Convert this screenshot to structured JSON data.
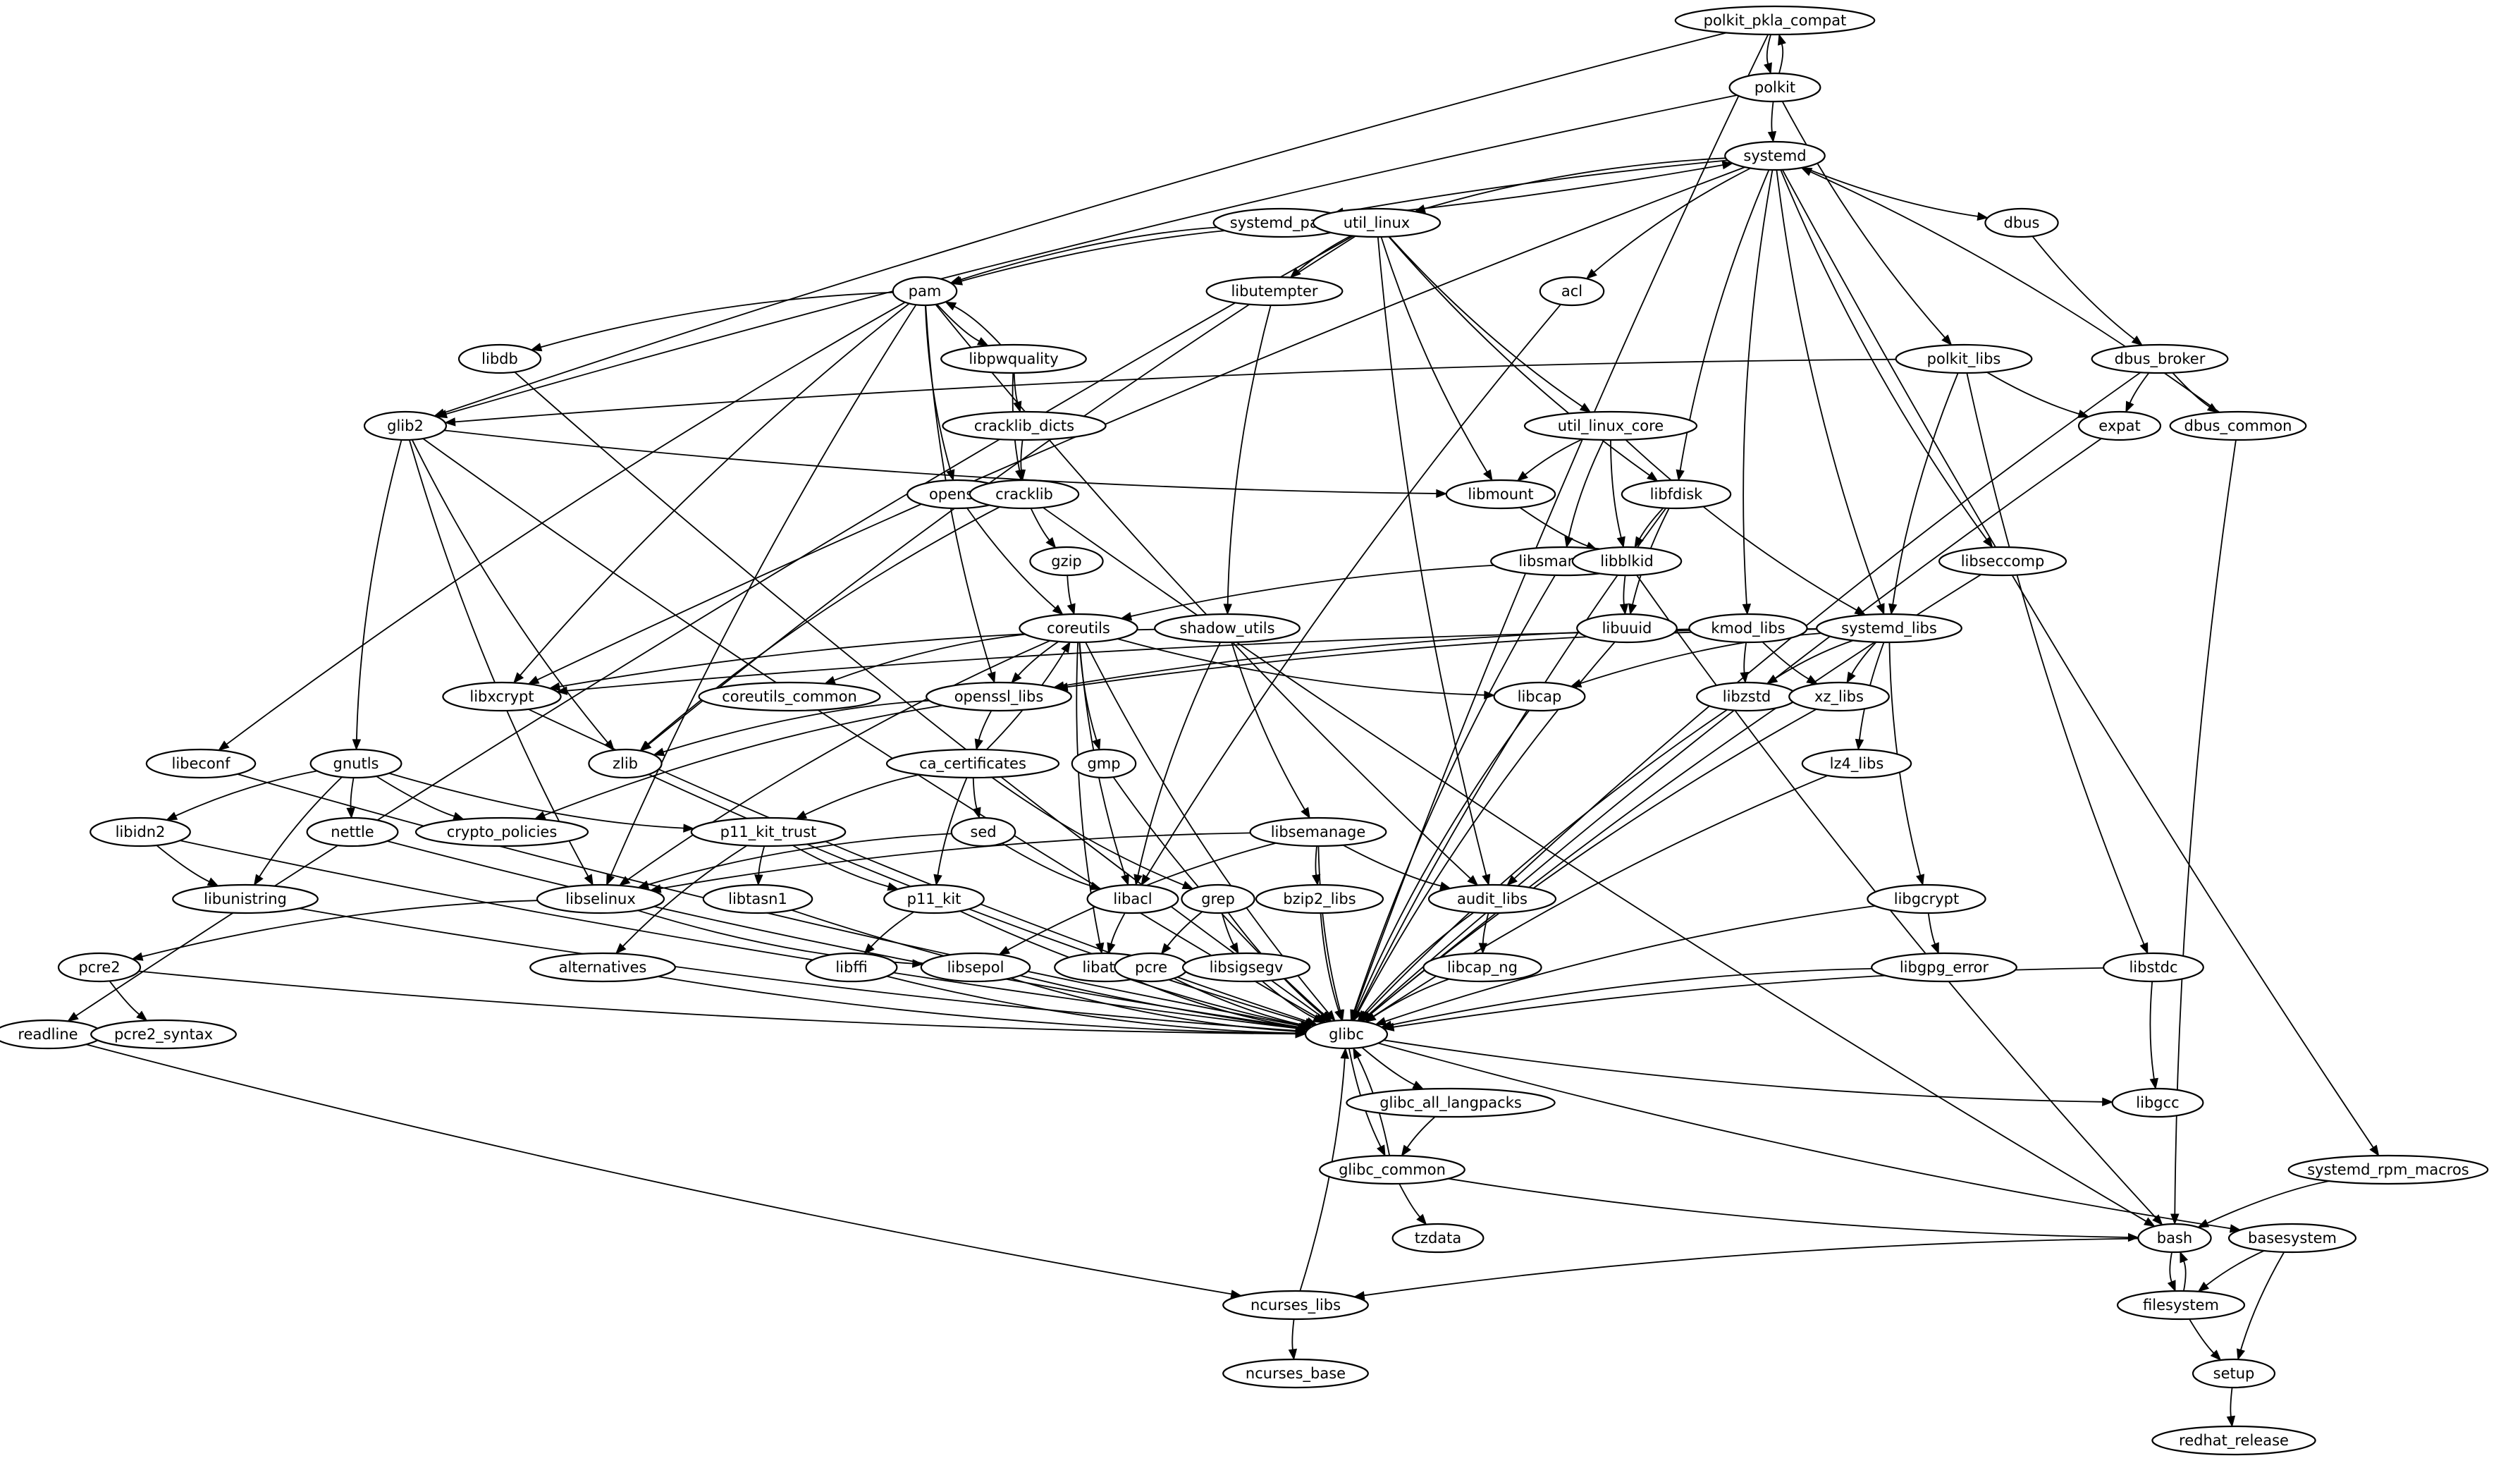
{
  "nodes": [
    {
      "id": "polkit_pkla_compat",
      "label": "polkit_pkla_compat"
    },
    {
      "id": "polkit",
      "label": "polkit"
    },
    {
      "id": "systemd",
      "label": "systemd"
    },
    {
      "id": "systemd_pam",
      "label": "systemd_pam"
    },
    {
      "id": "util_linux",
      "label": "util_linux"
    },
    {
      "id": "dbus",
      "label": "dbus"
    },
    {
      "id": "acl",
      "label": "acl"
    },
    {
      "id": "pam",
      "label": "pam"
    },
    {
      "id": "libutempter",
      "label": "libutempter"
    },
    {
      "id": "libdb",
      "label": "libdb"
    },
    {
      "id": "libpwquality",
      "label": "libpwquality"
    },
    {
      "id": "polkit_libs",
      "label": "polkit_libs"
    },
    {
      "id": "dbus_broker",
      "label": "dbus_broker"
    },
    {
      "id": "glib2",
      "label": "glib2"
    },
    {
      "id": "cracklib_dicts",
      "label": "cracklib_dicts"
    },
    {
      "id": "util_linux_core",
      "label": "util_linux_core"
    },
    {
      "id": "expat",
      "label": "expat"
    },
    {
      "id": "dbus_common",
      "label": "dbus_common"
    },
    {
      "id": "openssl",
      "label": "openssl"
    },
    {
      "id": "cracklib",
      "label": "cracklib"
    },
    {
      "id": "libmount",
      "label": "libmount"
    },
    {
      "id": "libfdisk",
      "label": "libfdisk"
    },
    {
      "id": "gzip",
      "label": "gzip"
    },
    {
      "id": "libsmartcols",
      "label": "libsmartcols"
    },
    {
      "id": "libblkid",
      "label": "libblkid"
    },
    {
      "id": "libseccomp",
      "label": "libseccomp"
    },
    {
      "id": "coreutils",
      "label": "coreutils"
    },
    {
      "id": "shadow_utils",
      "label": "shadow_utils"
    },
    {
      "id": "libuuid",
      "label": "libuuid"
    },
    {
      "id": "kmod_libs",
      "label": "kmod_libs"
    },
    {
      "id": "systemd_libs",
      "label": "systemd_libs"
    },
    {
      "id": "libxcrypt",
      "label": "libxcrypt"
    },
    {
      "id": "coreutils_common",
      "label": "coreutils_common"
    },
    {
      "id": "openssl_libs",
      "label": "openssl_libs"
    },
    {
      "id": "libcap",
      "label": "libcap"
    },
    {
      "id": "libzstd",
      "label": "libzstd"
    },
    {
      "id": "xz_libs",
      "label": "xz_libs"
    },
    {
      "id": "libeconf",
      "label": "libeconf"
    },
    {
      "id": "gnutls",
      "label": "gnutls"
    },
    {
      "id": "zlib",
      "label": "zlib"
    },
    {
      "id": "ca_certificates",
      "label": "ca_certificates"
    },
    {
      "id": "gmp",
      "label": "gmp"
    },
    {
      "id": "lz4_libs",
      "label": "lz4_libs"
    },
    {
      "id": "libidn2",
      "label": "libidn2"
    },
    {
      "id": "nettle",
      "label": "nettle"
    },
    {
      "id": "crypto_policies",
      "label": "crypto_policies"
    },
    {
      "id": "p11_kit_trust",
      "label": "p11_kit_trust"
    },
    {
      "id": "sed",
      "label": "sed"
    },
    {
      "id": "libsemanage",
      "label": "libsemanage"
    },
    {
      "id": "libunistring",
      "label": "libunistring"
    },
    {
      "id": "libselinux",
      "label": "libselinux"
    },
    {
      "id": "libtasn1",
      "label": "libtasn1"
    },
    {
      "id": "p11_kit",
      "label": "p11_kit"
    },
    {
      "id": "libacl",
      "label": "libacl"
    },
    {
      "id": "grep",
      "label": "grep"
    },
    {
      "id": "bzip2_libs",
      "label": "bzip2_libs"
    },
    {
      "id": "audit_libs",
      "label": "audit_libs"
    },
    {
      "id": "libgcrypt",
      "label": "libgcrypt"
    },
    {
      "id": "pcre2",
      "label": "pcre2"
    },
    {
      "id": "alternatives",
      "label": "alternatives"
    },
    {
      "id": "libffi",
      "label": "libffi"
    },
    {
      "id": "libsepol",
      "label": "libsepol"
    },
    {
      "id": "libattr",
      "label": "libattr"
    },
    {
      "id": "pcre",
      "label": "pcre"
    },
    {
      "id": "libsigsegv",
      "label": "libsigsegv"
    },
    {
      "id": "libcap_ng",
      "label": "libcap_ng"
    },
    {
      "id": "libgpg_error",
      "label": "libgpg_error"
    },
    {
      "id": "libstdc",
      "label": "libstdc"
    },
    {
      "id": "readline",
      "label": "readline"
    },
    {
      "id": "pcre2_syntax",
      "label": "pcre2_syntax"
    },
    {
      "id": "glibc",
      "label": "glibc"
    },
    {
      "id": "glibc_all_langpacks",
      "label": "glibc_all_langpacks"
    },
    {
      "id": "libgcc",
      "label": "libgcc"
    },
    {
      "id": "glibc_common",
      "label": "glibc_common"
    },
    {
      "id": "systemd_rpm_macros",
      "label": "systemd_rpm_macros"
    },
    {
      "id": "tzdata",
      "label": "tzdata"
    },
    {
      "id": "bash",
      "label": "bash"
    },
    {
      "id": "basesystem",
      "label": "basesystem"
    },
    {
      "id": "ncurses_libs",
      "label": "ncurses_libs"
    },
    {
      "id": "filesystem",
      "label": "filesystem"
    },
    {
      "id": "ncurses_base",
      "label": "ncurses_base"
    },
    {
      "id": "setup",
      "label": "setup"
    },
    {
      "id": "redhat_release",
      "label": "redhat_release"
    }
  ],
  "edges": [
    [
      "polkit_pkla_compat",
      "polkit"
    ],
    [
      "polkit_pkla_compat",
      "glib2"
    ],
    [
      "polkit_pkla_compat",
      "glibc"
    ],
    [
      "polkit",
      "polkit_pkla_compat"
    ],
    [
      "polkit",
      "systemd"
    ],
    [
      "polkit",
      "glib2"
    ],
    [
      "polkit",
      "polkit_libs"
    ],
    [
      "systemd",
      "systemd_pam"
    ],
    [
      "systemd",
      "util_linux"
    ],
    [
      "systemd",
      "dbus"
    ],
    [
      "systemd",
      "acl"
    ],
    [
      "systemd",
      "libfdisk"
    ],
    [
      "systemd",
      "kmod_libs"
    ],
    [
      "systemd",
      "systemd_libs"
    ],
    [
      "systemd",
      "libseccomp"
    ],
    [
      "systemd",
      "libxcrypt"
    ],
    [
      "systemd",
      "systemd_rpm_macros"
    ],
    [
      "systemd_pam",
      "systemd"
    ],
    [
      "systemd_pam",
      "pam"
    ],
    [
      "util_linux",
      "pam"
    ],
    [
      "util_linux",
      "libutempter"
    ],
    [
      "util_linux",
      "util_linux_core"
    ],
    [
      "util_linux",
      "libmount"
    ],
    [
      "util_linux",
      "libfdisk"
    ],
    [
      "util_linux",
      "audit_libs"
    ],
    [
      "util_linux",
      "zlib"
    ],
    [
      "util_linux",
      "readline"
    ],
    [
      "dbus",
      "dbus_broker"
    ],
    [
      "dbus_broker",
      "expat"
    ],
    [
      "dbus_broker",
      "dbus_common"
    ],
    [
      "dbus_broker",
      "audit_libs"
    ],
    [
      "dbus_common",
      "systemd"
    ],
    [
      "dbus_common",
      "bash"
    ],
    [
      "acl",
      "libacl"
    ],
    [
      "pam",
      "libdb"
    ],
    [
      "pam",
      "libpwquality"
    ],
    [
      "pam",
      "openssl"
    ],
    [
      "pam",
      "openssl_libs"
    ],
    [
      "pam",
      "libxcrypt"
    ],
    [
      "pam",
      "libeconf"
    ],
    [
      "pam",
      "libselinux"
    ],
    [
      "pam",
      "audit_libs"
    ],
    [
      "libpwquality",
      "pam"
    ],
    [
      "libpwquality",
      "cracklib_dicts"
    ],
    [
      "libpwquality",
      "cracklib"
    ],
    [
      "libutempter",
      "shadow_utils"
    ],
    [
      "libdb",
      "glibc"
    ],
    [
      "cracklib_dicts",
      "cracklib"
    ],
    [
      "cracklib",
      "gzip"
    ],
    [
      "cracklib",
      "zlib"
    ],
    [
      "cracklib",
      "bash"
    ],
    [
      "gzip",
      "coreutils"
    ],
    [
      "openssl",
      "coreutils"
    ],
    [
      "polkit_libs",
      "glib2"
    ],
    [
      "polkit_libs",
      "expat"
    ],
    [
      "polkit_libs",
      "systemd_libs"
    ],
    [
      "polkit_libs",
      "libstdc"
    ],
    [
      "glib2",
      "libmount"
    ],
    [
      "glib2",
      "gnutls"
    ],
    [
      "glib2",
      "libselinux"
    ],
    [
      "glib2",
      "zlib"
    ],
    [
      "glib2",
      "glibc"
    ],
    [
      "util_linux_core",
      "libmount"
    ],
    [
      "util_linux_core",
      "libsmartcols"
    ],
    [
      "util_linux_core",
      "libblkid"
    ],
    [
      "util_linux_core",
      "systemd_libs"
    ],
    [
      "libmount",
      "libblkid"
    ],
    [
      "libfdisk",
      "libblkid"
    ],
    [
      "libfdisk",
      "libuuid"
    ],
    [
      "libfdisk",
      "glibc"
    ],
    [
      "libblkid",
      "libuuid"
    ],
    [
      "libblkid",
      "coreutils"
    ],
    [
      "libblkid",
      "bash"
    ],
    [
      "libsmartcols",
      "glibc"
    ],
    [
      "libuuid",
      "glibc"
    ],
    [
      "expat",
      "glibc"
    ],
    [
      "libseccomp",
      "glibc"
    ],
    [
      "coreutils",
      "coreutils_common"
    ],
    [
      "coreutils",
      "openssl_libs"
    ],
    [
      "coreutils",
      "libcap"
    ],
    [
      "coreutils",
      "gmp"
    ],
    [
      "coreutils",
      "libacl"
    ],
    [
      "coreutils",
      "libattr"
    ],
    [
      "coreutils",
      "libselinux"
    ],
    [
      "coreutils",
      "glibc"
    ],
    [
      "shadow_utils",
      "libxcrypt"
    ],
    [
      "shadow_utils",
      "libsemanage"
    ],
    [
      "shadow_utils",
      "libacl"
    ],
    [
      "kmod_libs",
      "libzstd"
    ],
    [
      "kmod_libs",
      "xz_libs"
    ],
    [
      "kmod_libs",
      "openssl_libs"
    ],
    [
      "systemd_libs",
      "libcap"
    ],
    [
      "systemd_libs",
      "libzstd"
    ],
    [
      "systemd_libs",
      "xz_libs"
    ],
    [
      "systemd_libs",
      "lz4_libs"
    ],
    [
      "systemd_libs",
      "libgcrypt"
    ],
    [
      "systemd_libs",
      "libxcrypt"
    ],
    [
      "systemd_libs",
      "openssl_libs"
    ],
    [
      "libxcrypt",
      "glibc"
    ],
    [
      "openssl_libs",
      "ca_certificates"
    ],
    [
      "openssl_libs",
      "zlib"
    ],
    [
      "openssl_libs",
      "crypto_policies"
    ],
    [
      "libcap",
      "glibc"
    ],
    [
      "libzstd",
      "glibc"
    ],
    [
      "xz_libs",
      "glibc"
    ],
    [
      "lz4_libs",
      "glibc"
    ],
    [
      "libeconf",
      "glibc"
    ],
    [
      "gnutls",
      "libidn2"
    ],
    [
      "gnutls",
      "nettle"
    ],
    [
      "gnutls",
      "crypto_policies"
    ],
    [
      "gnutls",
      "p11_kit_trust"
    ],
    [
      "gnutls",
      "libunistring"
    ],
    [
      "zlib",
      "glibc"
    ],
    [
      "ca_certificates",
      "coreutils"
    ],
    [
      "ca_certificates",
      "sed"
    ],
    [
      "ca_certificates",
      "p11_kit_trust"
    ],
    [
      "ca_certificates",
      "p11_kit"
    ],
    [
      "ca_certificates",
      "grep"
    ],
    [
      "gmp",
      "glibc"
    ],
    [
      "libidn2",
      "libunistring"
    ],
    [
      "libidn2",
      "glibc"
    ],
    [
      "nettle",
      "glibc"
    ],
    [
      "p11_kit_trust",
      "p11_kit"
    ],
    [
      "p11_kit_trust",
      "libtasn1"
    ],
    [
      "p11_kit_trust",
      "alternatives"
    ],
    [
      "sed",
      "libacl"
    ],
    [
      "sed",
      "libselinux"
    ],
    [
      "libsemanage",
      "bzip2_libs"
    ],
    [
      "libsemanage",
      "audit_libs"
    ],
    [
      "libsemanage",
      "libselinux"
    ],
    [
      "libsemanage",
      "libsepol"
    ],
    [
      "libsemanage",
      "glibc"
    ],
    [
      "libunistring",
      "glibc"
    ],
    [
      "libselinux",
      "pcre2"
    ],
    [
      "libselinux",
      "libsepol"
    ],
    [
      "libtasn1",
      "glibc"
    ],
    [
      "p11_kit",
      "libffi"
    ],
    [
      "p11_kit",
      "glibc"
    ],
    [
      "libacl",
      "libattr"
    ],
    [
      "grep",
      "pcre"
    ],
    [
      "grep",
      "libsigsegv"
    ],
    [
      "grep",
      "glibc"
    ],
    [
      "bzip2_libs",
      "glibc"
    ],
    [
      "audit_libs",
      "libcap_ng"
    ],
    [
      "audit_libs",
      "glibc"
    ],
    [
      "libgcrypt",
      "libgpg_error"
    ],
    [
      "libgcrypt",
      "glibc"
    ],
    [
      "pcre2",
      "pcre2_syntax"
    ],
    [
      "pcre2",
      "glibc"
    ],
    [
      "alternatives",
      "glibc"
    ],
    [
      "libffi",
      "glibc"
    ],
    [
      "libsepol",
      "glibc"
    ],
    [
      "libattr",
      "glibc"
    ],
    [
      "pcre",
      "glibc"
    ],
    [
      "libsigsegv",
      "glibc"
    ],
    [
      "libcap_ng",
      "glibc"
    ],
    [
      "libgpg_error",
      "glibc"
    ],
    [
      "libstdc",
      "glibc"
    ],
    [
      "libstdc",
      "libgcc"
    ],
    [
      "readline",
      "ncurses_libs"
    ],
    [
      "glibc",
      "glibc_all_langpacks"
    ],
    [
      "glibc",
      "glibc_common"
    ],
    [
      "glibc",
      "libgcc"
    ],
    [
      "glibc",
      "basesystem"
    ],
    [
      "glibc_all_langpacks",
      "glibc_common"
    ],
    [
      "glibc_common",
      "glibc"
    ],
    [
      "glibc_common",
      "tzdata"
    ],
    [
      "glibc_common",
      "bash"
    ],
    [
      "systemd_rpm_macros",
      "bash"
    ],
    [
      "bash",
      "filesystem"
    ],
    [
      "bash",
      "ncurses_libs"
    ],
    [
      "basesystem",
      "filesystem"
    ],
    [
      "basesystem",
      "setup"
    ],
    [
      "filesystem",
      "bash"
    ],
    [
      "filesystem",
      "setup"
    ],
    [
      "ncurses_libs",
      "glibc"
    ],
    [
      "ncurses_libs",
      "ncurses_base"
    ],
    [
      "setup",
      "redhat_release"
    ]
  ]
}
